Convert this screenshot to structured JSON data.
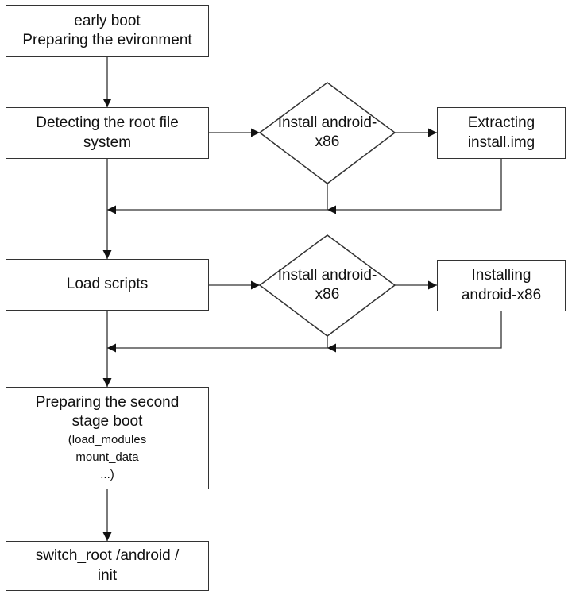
{
  "nodes": {
    "early_boot": {
      "lines": [
        "early boot",
        "Preparing the evironment"
      ]
    },
    "detect_root": {
      "lines": [
        "Detecting the root file",
        "system"
      ]
    },
    "decision_install_1": {
      "lines": [
        "Install android-",
        "x86"
      ]
    },
    "extract": {
      "lines": [
        "Extracting",
        "install.img"
      ]
    },
    "load_scripts": {
      "lines": [
        "Load scripts"
      ]
    },
    "decision_install_2": {
      "lines": [
        "Install android-",
        "x86"
      ]
    },
    "installing": {
      "lines": [
        "Installing",
        "android-x86"
      ]
    },
    "second_stage": {
      "lines": [
        "Preparing the second",
        "stage boot"
      ],
      "details": [
        "(load_modules",
        "mount_data",
        "...)"
      ]
    },
    "switch_root": {
      "lines": [
        "switch_root /android /",
        "init"
      ]
    }
  }
}
